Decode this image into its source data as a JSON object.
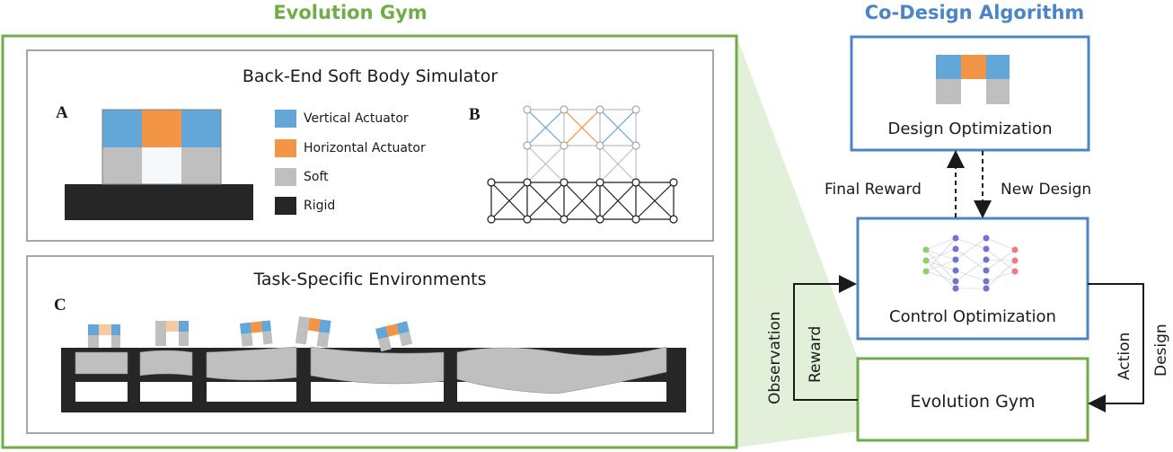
{
  "evolution_gym": {
    "heading": "Evolution Gym",
    "simulator": {
      "title": "Back-End Soft Body Simulator",
      "letter_a": "A",
      "letter_b": "B",
      "legend": [
        {
          "label": "Vertical Actuator",
          "color": "#63a7d8"
        },
        {
          "label": "Horizontal Actuator",
          "color": "#f39547"
        },
        {
          "label": "Soft",
          "color": "#bfbfbf"
        },
        {
          "label": "Rigid",
          "color": "#262626"
        }
      ]
    },
    "environments": {
      "title": "Task-Specific Environments",
      "letter_c": "C"
    }
  },
  "co_design": {
    "heading": "Co-Design Algorithm",
    "design_optimization": "Design Optimization",
    "control_optimization": "Control Optimization",
    "evolution_gym_box": "Evolution Gym",
    "arrows": {
      "final_reward": "Final Reward",
      "new_design": "New Design",
      "observation": "Observation",
      "reward": "Reward",
      "action": "Action",
      "design": "Design"
    }
  },
  "colors": {
    "green": "#70ad47",
    "blue": "#4a86c5",
    "vertical_actuator": "#63a7d8",
    "horizontal_actuator": "#f39547",
    "soft": "#bfbfbf",
    "rigid": "#262626"
  }
}
